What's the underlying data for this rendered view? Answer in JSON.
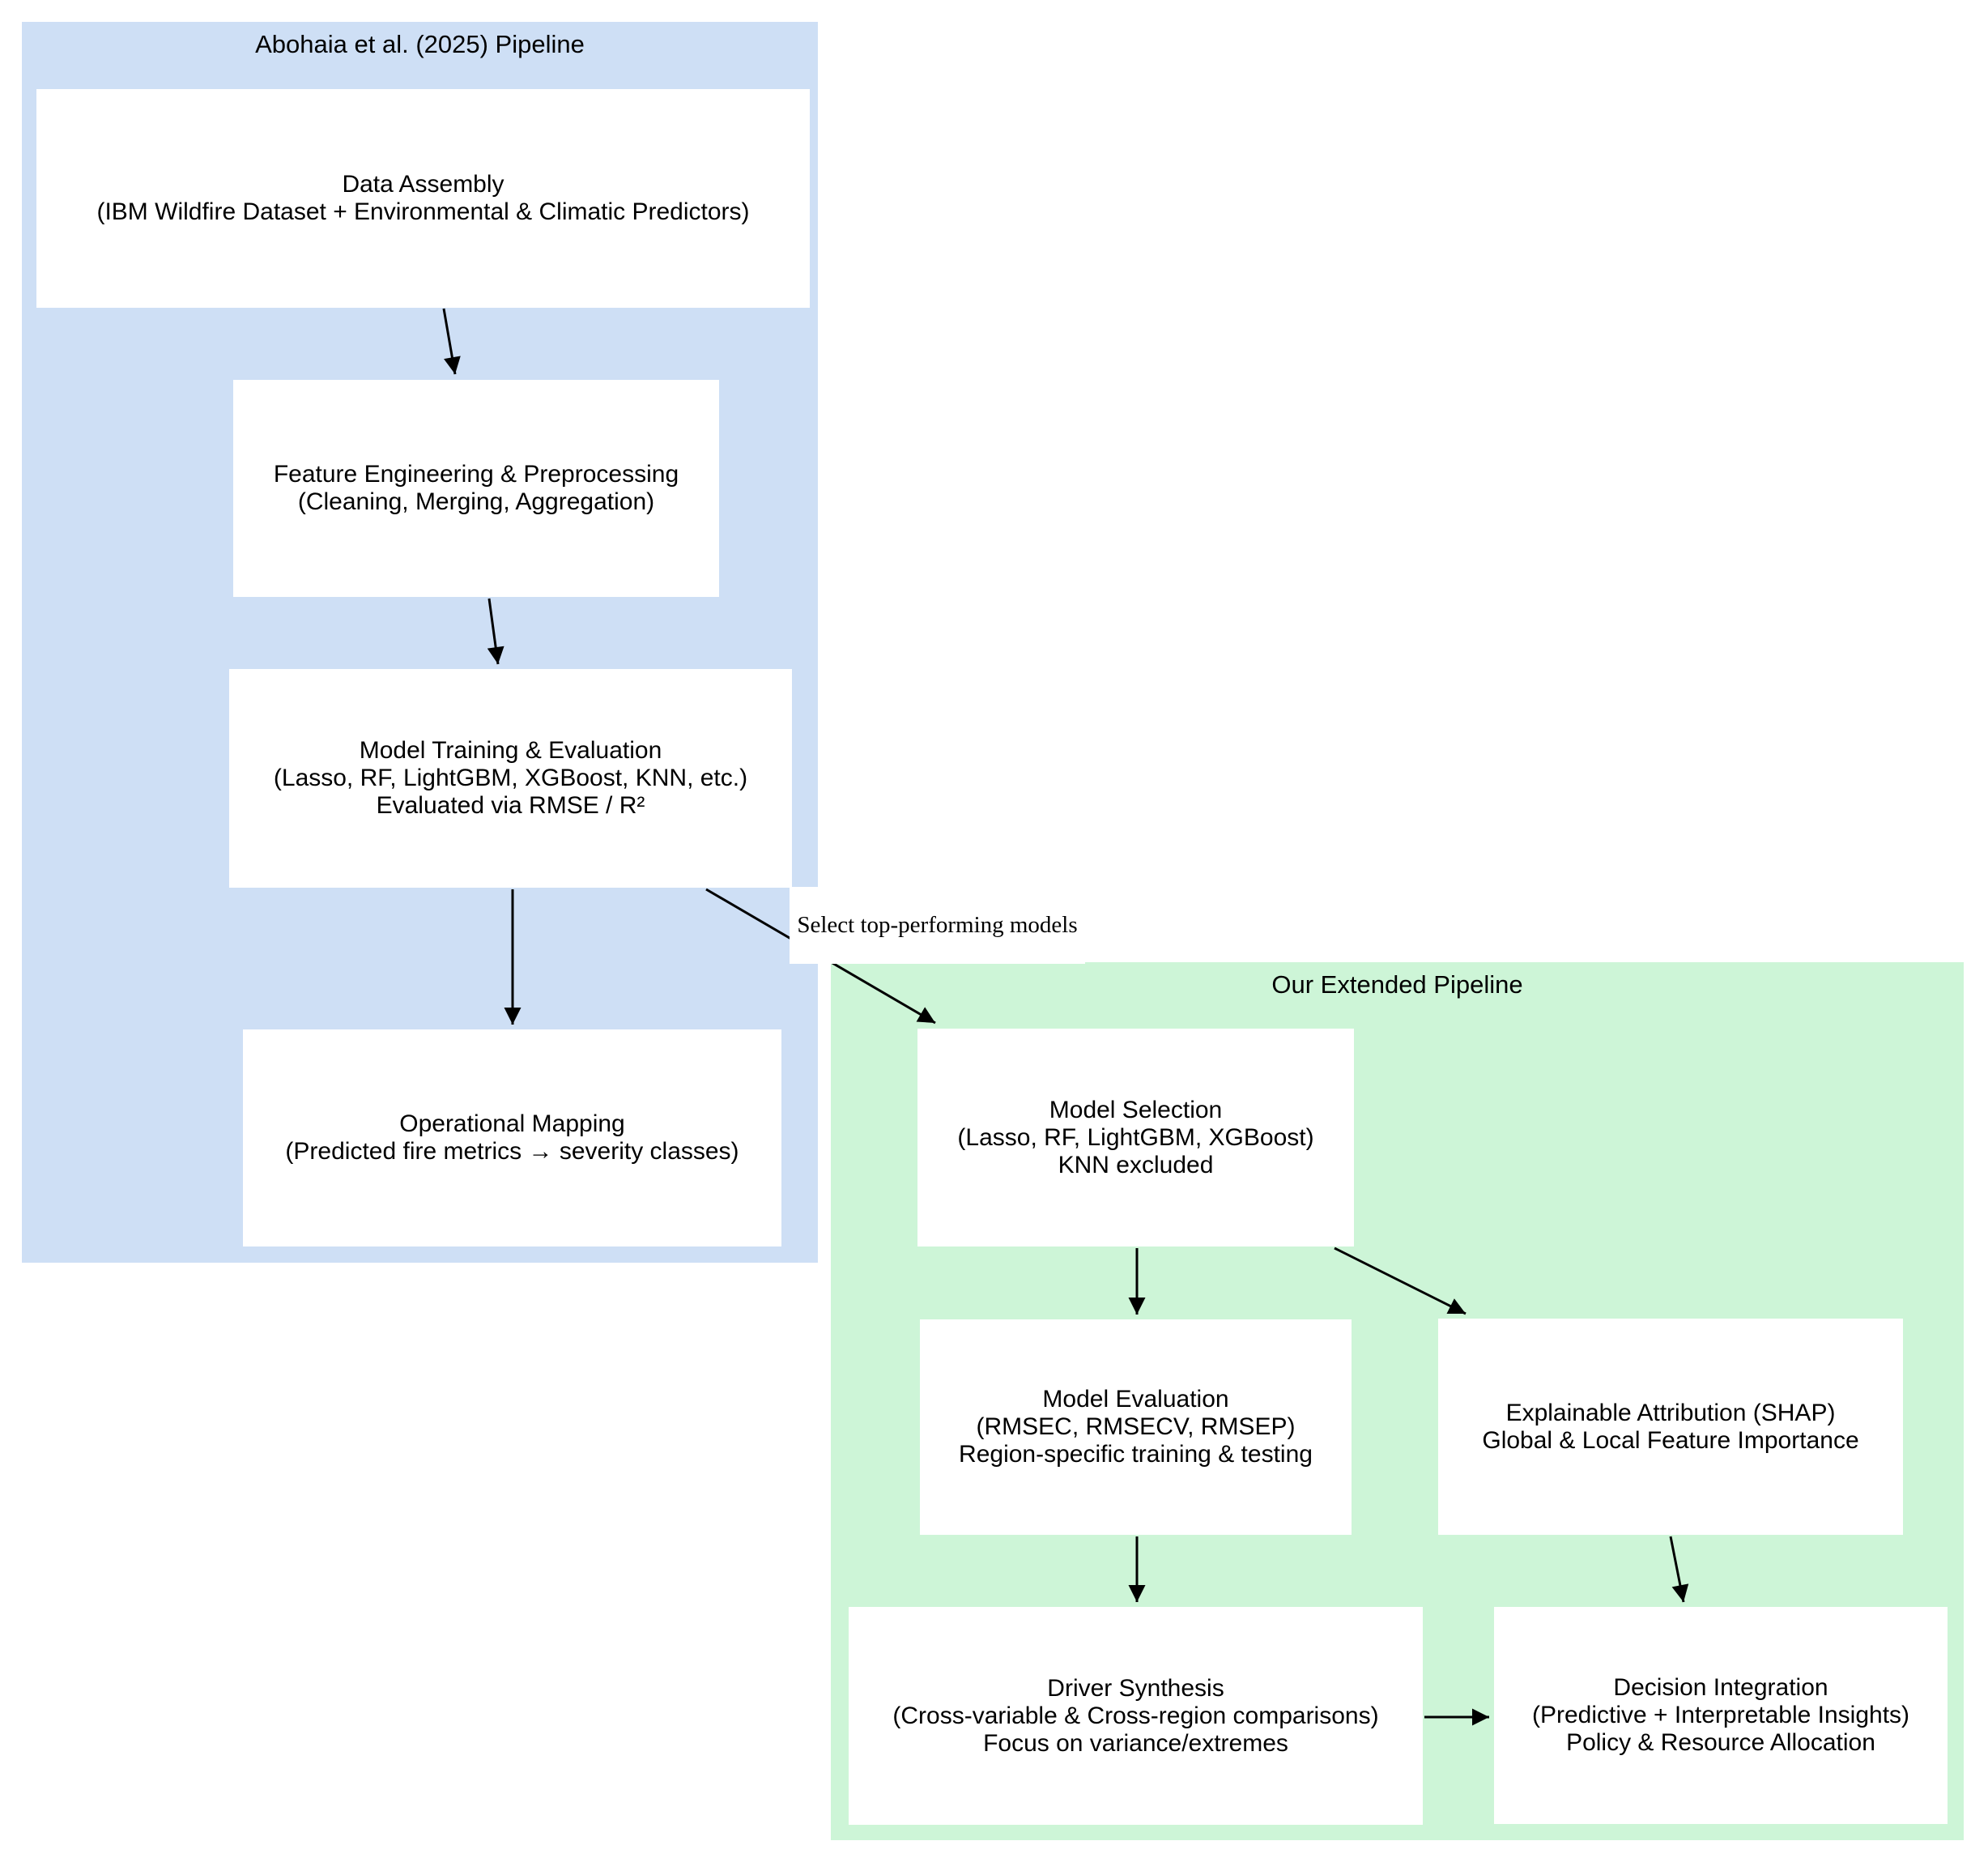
{
  "diagram": {
    "clusters": [
      {
        "id": "abohaia",
        "label": "Abohaia et al. (2025) Pipeline",
        "color": "#cedff5"
      },
      {
        "id": "extended",
        "label": "Our Extended Pipeline",
        "color": "#cdf5d7"
      }
    ],
    "nodes": {
      "data_assembly": {
        "lines": [
          "Data Assembly",
          "(IBM Wildfire Dataset + Environmental & Climatic Predictors)"
        ]
      },
      "feature_engineering": {
        "lines": [
          "Feature Engineering & Preprocessing",
          "(Cleaning, Merging, Aggregation)"
        ]
      },
      "model_training": {
        "lines": [
          "Model Training & Evaluation",
          "(Lasso, RF, LightGBM, XGBoost, KNN, etc.)",
          "Evaluated via RMSE / R²"
        ]
      },
      "operational_mapping": {
        "lines": [
          "Operational Mapping",
          "(Predicted fire metrics → severity classes)"
        ]
      },
      "model_selection": {
        "lines": [
          "Model Selection",
          "(Lasso, RF, LightGBM, XGBoost)",
          "KNN excluded"
        ]
      },
      "model_evaluation": {
        "lines": [
          "Model Evaluation",
          "(RMSEC, RMSECV, RMSEP)",
          "Region-specific training & testing"
        ]
      },
      "explainable_attribution": {
        "lines": [
          "Explainable Attribution (SHAP)",
          "Global & Local Feature Importance"
        ]
      },
      "driver_synthesis": {
        "lines": [
          "Driver Synthesis",
          "(Cross-variable & Cross-region comparisons)",
          "Focus on variance/extremes"
        ]
      },
      "decision_integration": {
        "lines": [
          "Decision Integration",
          "(Predictive + Interpretable Insights)",
          "Policy & Resource Allocation"
        ]
      }
    },
    "edge_label": "Select top-performing models",
    "edge_color": "#000000",
    "node_fill": "#ffffff",
    "background": "#ffffff"
  }
}
